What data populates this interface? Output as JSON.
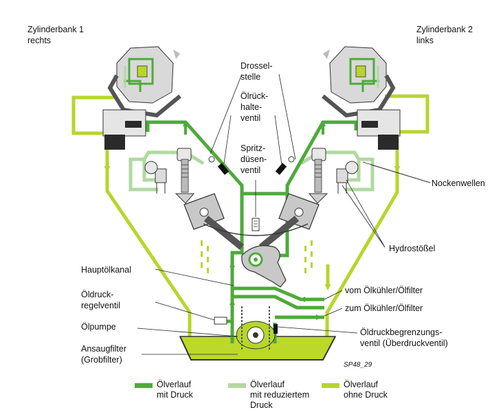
{
  "colors": {
    "pressure": "#4eaa3a",
    "reduced": "#b2d9a0",
    "nopressure": "#b6d62c",
    "sump": "#bcd92a",
    "metal": "#c8c8c8",
    "dark": "#2a2a2a"
  },
  "labels": {
    "bank1_line1": "Zylinderbank 1",
    "bank1_line2": "rechts",
    "bank2_line1": "Zylinderbank 2",
    "bank2_line2": "links",
    "drossel_1": "Drossel-",
    "drossel_2": "stelle",
    "oelrueck_1": "Ölrück-",
    "oelrueck_2": "halte-",
    "oelrueck_3": "ventil",
    "spritz_1": "Spritz-",
    "spritz_2": "düsen-",
    "spritz_3": "ventil",
    "nockenwellen": "Nockenwellen",
    "hydrostoessel": "Hydrostößel",
    "hauptoelkanal": "Hauptölkanal",
    "regel_1": "Öldruck-",
    "regel_2": "regelventil",
    "oelpumpe": "Ölpumpe",
    "filter_1": "Ansaugfilter",
    "filter_2": "(Grobfilter)",
    "vom_kuehler": "vom Ölkühler/Ölfilter",
    "zum_kuehler": "zum Ölkühler/Ölfilter",
    "begrenz_1": "Öldruckbegrenzungs-",
    "begrenz_2": "ventil (Überdruckventil)",
    "code": "SP48_29"
  },
  "legend": [
    {
      "line1": "Ölverlauf",
      "line2": "mit Druck",
      "line3": ""
    },
    {
      "line1": "Ölverlauf",
      "line2": "mit reduziertem",
      "line3": "Druck"
    },
    {
      "line1": "Ölverlauf",
      "line2": "ohne Druck",
      "line3": ""
    }
  ]
}
